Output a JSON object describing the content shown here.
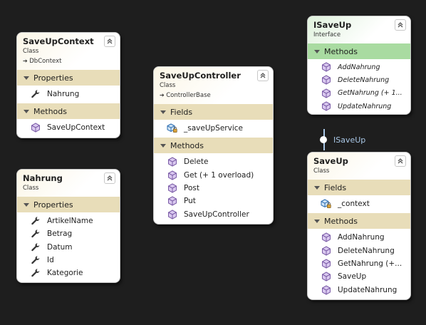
{
  "classes": [
    {
      "name": "SaveUpContext",
      "stereotype": "Class",
      "inherits": "DbContext",
      "sections": [
        {
          "label": "Properties",
          "kind": "property",
          "items": [
            "Nahrung"
          ]
        },
        {
          "label": "Methods",
          "kind": "method",
          "items": [
            "SaveUpContext"
          ]
        }
      ]
    },
    {
      "name": "Nahrung",
      "stereotype": "Class",
      "inherits": null,
      "sections": [
        {
          "label": "Properties",
          "kind": "property",
          "items": [
            "ArtikelName",
            "Betrag",
            "Datum",
            "Id",
            "Kategorie"
          ]
        }
      ]
    },
    {
      "name": "SaveUpController",
      "stereotype": "Class",
      "inherits": "ControllerBase",
      "sections": [
        {
          "label": "Fields",
          "kind": "field",
          "items": [
            "_saveUpService"
          ]
        },
        {
          "label": "Methods",
          "kind": "method",
          "items": [
            "Delete",
            "Get (+ 1 overload)",
            "Post",
            "Put",
            "SaveUpController"
          ]
        }
      ]
    },
    {
      "name": "ISaveUp",
      "stereotype": "Interface",
      "inherits": null,
      "interface": true,
      "sections": [
        {
          "label": "Methods",
          "kind": "method",
          "items": [
            "AddNahrung",
            "DeleteNahrung",
            "GetNahrung (+ 1...",
            "UpdateNahrung"
          ]
        }
      ]
    },
    {
      "name": "SaveUp",
      "stereotype": "Class",
      "inherits": null,
      "sections": [
        {
          "label": "Fields",
          "kind": "field",
          "items": [
            "_context"
          ]
        },
        {
          "label": "Methods",
          "kind": "method",
          "items": [
            "AddNahrung",
            "DeleteNahrung",
            "GetNahrung (+...",
            "SaveUp",
            "UpdateNahrung"
          ]
        }
      ]
    }
  ],
  "lollipop_label": "ISaveUp",
  "colors": {
    "background": "#1e1e1e",
    "class_section": "#e8ddb9",
    "interface_section": "#a9dba1",
    "method_icon": "#7a5ba6",
    "property_icon": "#333333",
    "lollipop": "#a9c7e6"
  }
}
